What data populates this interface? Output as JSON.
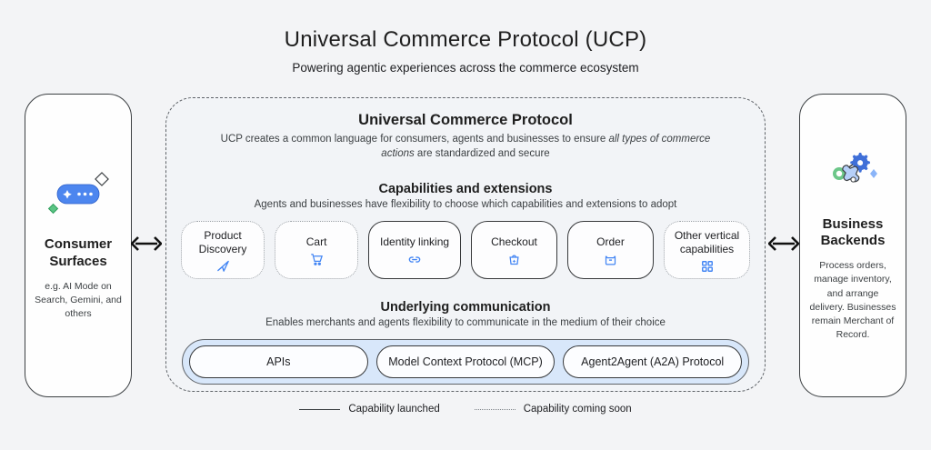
{
  "page": {
    "title": "Universal Commerce Protocol (UCP)",
    "subtitle": "Powering agentic experiences across the commerce ecosystem"
  },
  "consumer": {
    "title": "Consumer Surfaces",
    "description": "e.g. AI Mode on Search, Gemini, and others",
    "icon": "ai-spark-pill-icon"
  },
  "business": {
    "title": "Business Backends",
    "description": "Process orders, manage inventory, and arrange delivery. Businesses remain Merchant of Record.",
    "icon": "gear-integrations-icon"
  },
  "ucp": {
    "title": "Universal Commerce Protocol",
    "description_prefix": "UCP creates a common language for consumers, agents and businesses to ensure ",
    "description_italic": "all types of commerce actions",
    "description_suffix": " are standardized and secure"
  },
  "capabilities": {
    "title": "Capabilities and extensions",
    "subtitle": "Agents and businesses have flexibility to choose which capabilities and extensions to adopt",
    "items": [
      {
        "label": "Product Discovery",
        "icon": "send-icon",
        "status": "coming-soon"
      },
      {
        "label": "Cart",
        "icon": "cart-icon",
        "status": "coming-soon"
      },
      {
        "label": "Identity linking",
        "icon": "link-icon",
        "status": "launched"
      },
      {
        "label": "Checkout",
        "icon": "shopping-bag-icon",
        "status": "launched"
      },
      {
        "label": "Order",
        "icon": "order-box-icon",
        "status": "launched"
      },
      {
        "label": "Other vertical capabilities",
        "icon": "grid-icon",
        "status": "coming-soon"
      }
    ]
  },
  "communication": {
    "title": "Underlying communication",
    "subtitle": "Enables merchants and agents flexibility to communicate in the medium of their choice",
    "protocols": [
      {
        "label": "APIs"
      },
      {
        "label": "Model Context Protocol (MCP)"
      },
      {
        "label": "Agent2Agent (A2A) Protocol"
      }
    ]
  },
  "legend": {
    "launched": "Capability launched",
    "coming_soon": "Capability coming soon"
  },
  "colors": {
    "accent_blue": "#4285f4",
    "icon_blue": "#669df6",
    "light_blue_bar": "#d8e7fa",
    "green": "#34a853",
    "text_primary": "#1f1f1f",
    "text_secondary": "#3c4043"
  }
}
